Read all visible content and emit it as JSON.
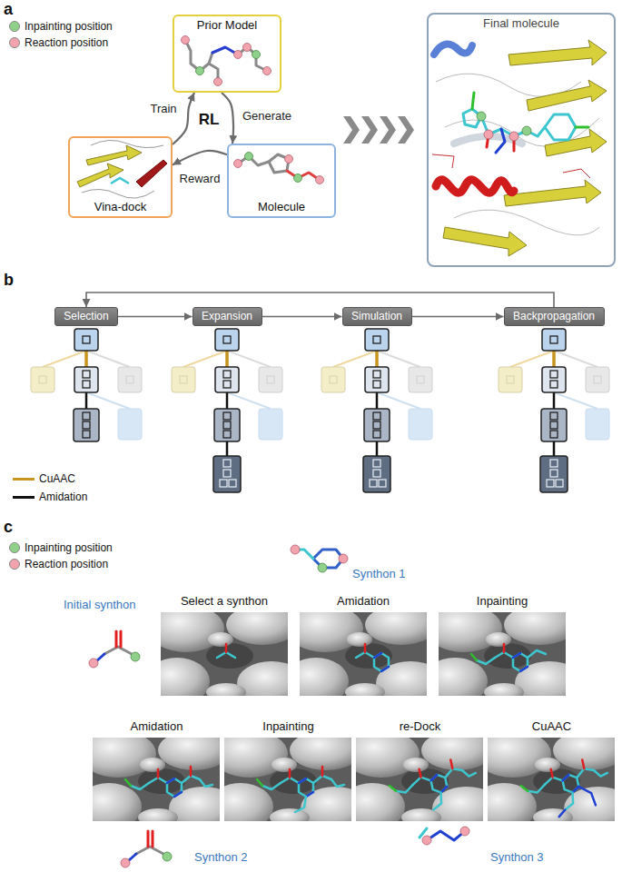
{
  "diagram": {
    "nodes": [
      {
        "text": [
          "Prior Model"
        ]
      },
      {
        "text": [
          "Vina-dock"
        ]
      },
      {
        "text": [
          "Molecule"
        ]
      },
      {
        "text": [
          "Final molecule"
        ]
      },
      {
        "text": [
          "Selection"
        ]
      },
      {
        "text": [
          "Expansion"
        ]
      },
      {
        "text": [
          "Simulation"
        ]
      },
      {
        "text": [
          "Backpropagation"
        ]
      },
      {
        "text": [
          "Select a synthon"
        ]
      },
      {
        "text": [
          "Amidation"
        ]
      },
      {
        "text": [
          "Inpainting"
        ]
      },
      {
        "text": [
          "Amidation"
        ]
      },
      {
        "text": [
          "Inpainting"
        ]
      },
      {
        "text": [
          "re-Dock"
        ]
      },
      {
        "text": [
          "CuAAC"
        ]
      }
    ],
    "edges": [
      {
        "from": 1,
        "to": 0,
        "arrow": "to",
        "label": "Train"
      },
      {
        "from": 0,
        "to": 2,
        "arrow": "to",
        "label": "Generate"
      },
      {
        "from": 2,
        "to": 1,
        "arrow": "to",
        "label": "Reward"
      },
      {
        "from": 4,
        "to": 5,
        "arrow": "to"
      },
      {
        "from": 5,
        "to": 6,
        "arrow": "to"
      },
      {
        "from": 6,
        "to": 7,
        "arrow": "to"
      },
      {
        "from": 7,
        "to": 4,
        "arrow": "to"
      }
    ],
    "labels": [
      "a",
      "RL",
      "b",
      "c",
      "Synthon 1",
      "Initial synthon",
      "Synthon 2",
      "Synthon 3"
    ],
    "legend": [
      {
        "text": "Inpainting position",
        "color": "#8fd18a"
      },
      {
        "text": "Reaction position",
        "color": "#f2a3ad"
      },
      {
        "text": "CuAAC"
      },
      {
        "text": "Amidation"
      },
      {
        "text": "Inpainting position",
        "color": "#8fd18a"
      },
      {
        "text": "Reaction position",
        "color": "#f2a3ad"
      }
    ]
  }
}
